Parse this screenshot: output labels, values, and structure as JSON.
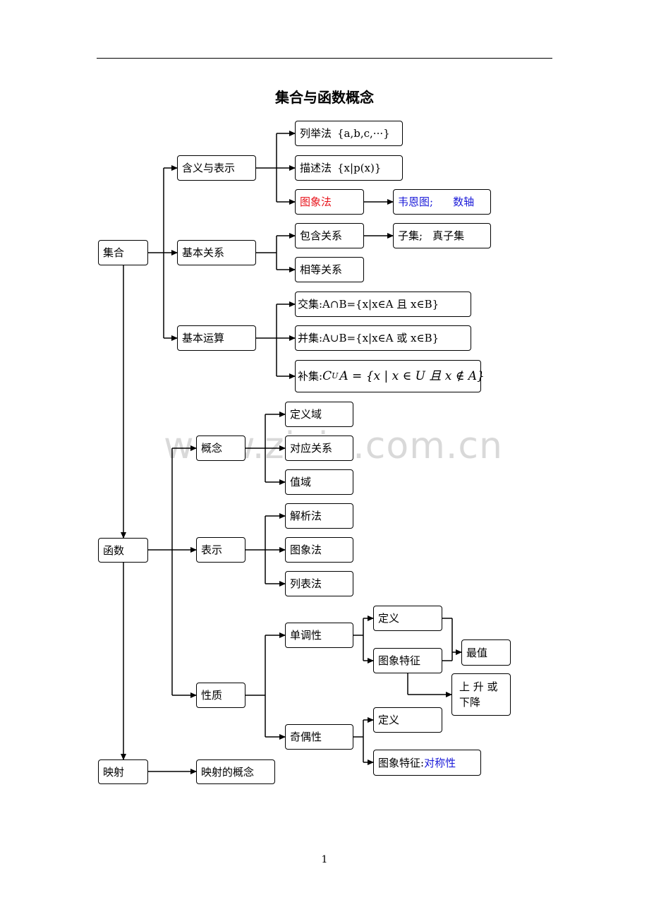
{
  "title": "集合与函数概念",
  "watermark": "www.zixin.com.cn",
  "page_number": "1",
  "nodes": {
    "jihe": "集合",
    "hanyi": "含义与表示",
    "liejufa": "列举法",
    "liejufa_ex": "{a,b,c,···}",
    "miaoshufa": "描述法",
    "miaoshufa_ex": "{x|p(x)}",
    "tuxiangfa": "图象法",
    "weien": "韦恩图;",
    "shuzhou": "数轴",
    "jiben_guanxi": "基本关系",
    "baohan": "包含关系",
    "ziji": "子集;",
    "zhenziji": "真子集",
    "xiangdeng": "相等关系",
    "jiben_yunsuan": "基本运算",
    "jiaoji": "交集:A∩B={x|x∈A 且 x∈B}",
    "bingji": "并集:A∪B={x|x∈A 或 x∈B}",
    "buji_label": "补集:",
    "buji_formula": "C",
    "buji_sub": "U",
    "buji_rest": "A = {x | x ∈ U 且 x ∉ A}",
    "hanshu": "函数",
    "gainian": "概念",
    "dingyiyu": "定义域",
    "duiying": "对应关系",
    "zhiyu": "值域",
    "biaoshi": "表示",
    "jiexifa": "解析法",
    "tuxiangfa2": "图象法",
    "liebiaofa": "列表法",
    "xingzhi": "性质",
    "dandiao": "单调性",
    "dingyi1": "定义",
    "tuxiang_tezheng1": "图象特征",
    "zuizhi": "最值",
    "shangsheng_1": "上 升 或",
    "shangsheng_2": "下降",
    "qiou": "奇偶性",
    "dingyi2": "定义",
    "tuxiang_tezheng2": "图象特征:",
    "duichen": "对称性",
    "yingshe": "映射",
    "yingshe_gainian": "映射的概念"
  },
  "colors": {
    "red": "#e8141c",
    "blue": "#1a1ad8"
  }
}
